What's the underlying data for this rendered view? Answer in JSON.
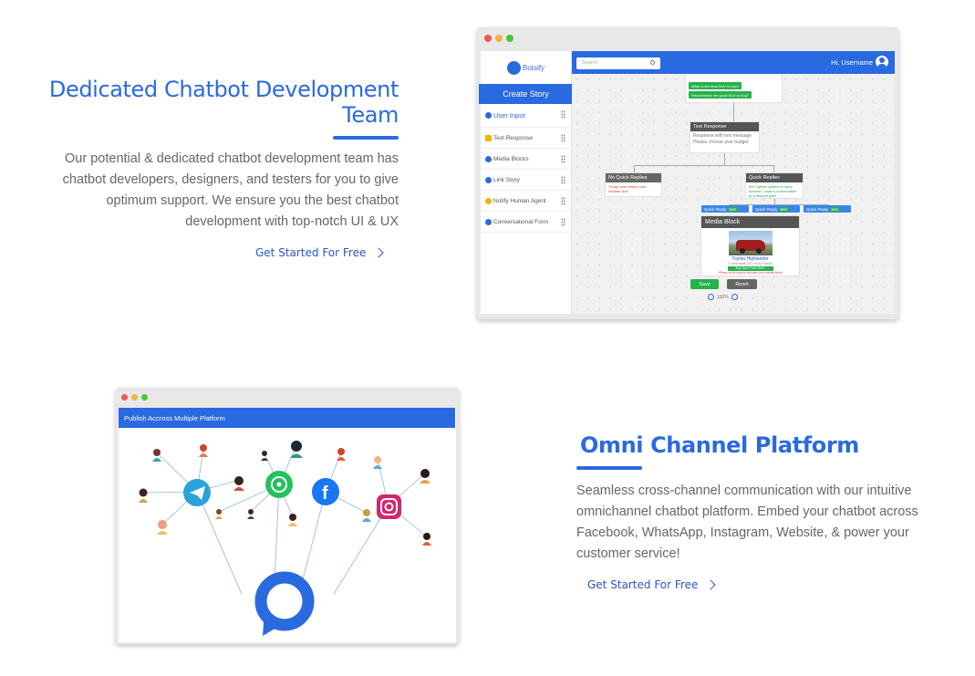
{
  "section1": {
    "title": "Dedicated Chatbot Development Team",
    "description": "Our potential & dedicated chatbot development team has chatbot developers, designers, and testers for you to give optimum support. We ensure you the best chatbot development with top-notch UI & UX",
    "cta_label": "Get Started For Free"
  },
  "builder": {
    "logo_text": "Botsify",
    "create_story": "Create Story",
    "sidebar_items": [
      {
        "label": "User Input",
        "icon": "plus-circle-icon",
        "color": "#2a6ae0"
      },
      {
        "label": "Text Response",
        "icon": "text-box-icon",
        "color": "#f4b400"
      },
      {
        "label": "Media Blocks",
        "icon": "image-icon",
        "color": "#2a6ae0"
      },
      {
        "label": "Link Story",
        "icon": "link-icon",
        "color": "#2a6ae0"
      },
      {
        "label": "Notify Human Agent",
        "icon": "bell-icon",
        "color": "#f4b400"
      },
      {
        "label": "Conversational Form",
        "icon": "form-icon",
        "color": "#2a6ae0"
      }
    ],
    "search_placeholder": "Search",
    "user_greeting": "Hi, Username",
    "nodes": {
      "text_response_title": "Text Response",
      "text_response_line1": "Response with text message",
      "text_response_line2": "Please choose your budget",
      "no_quick_replies": "No Quick Replies",
      "no_quick_replies_note": "*Drag more button over number text",
      "quick_replies": "Quick Replies",
      "quick_replies_note": "$10 Hybrid options to carry forward + user's conversation to a desired path",
      "chip_labels": [
        "Quick Reply",
        "Quick Reply",
        "Quick Reply"
      ],
      "chip_tag": "text",
      "top_chips": [
        "What is the best SUV to buy?",
        "Recommend me good SUV to buy?"
      ],
      "media_block": "Media Block",
      "car_name": "Toyota Highlander",
      "car_caption": "Comfortable 2021 Road Hybrid",
      "car_button": "Buy Now From Here",
      "car_note": "*Press on to visit or discuss your media block",
      "save": "Save",
      "reset": "Reset",
      "zoom": "100%"
    }
  },
  "section2": {
    "publish_title": "Publish Accross Multiple Platform",
    "title": "Omni Channel Platform",
    "description": "Seamless cross-channel communication with our intuitive omnichannel chatbot platform. Embed your chatbot across Facebook, WhatsApp, Instagram, Website, & power your customer service!",
    "cta_label": "Get Started For Free"
  },
  "colors": {
    "brand_blue": "#2a6ae0",
    "telegram": "#2aa3dd",
    "whatsapp": "#25c15f",
    "facebook": "#1877f2",
    "instagram": "#d6246e",
    "window_red": "#ed5b4f",
    "window_yellow": "#f3b63c",
    "window_green": "#52c13b"
  }
}
